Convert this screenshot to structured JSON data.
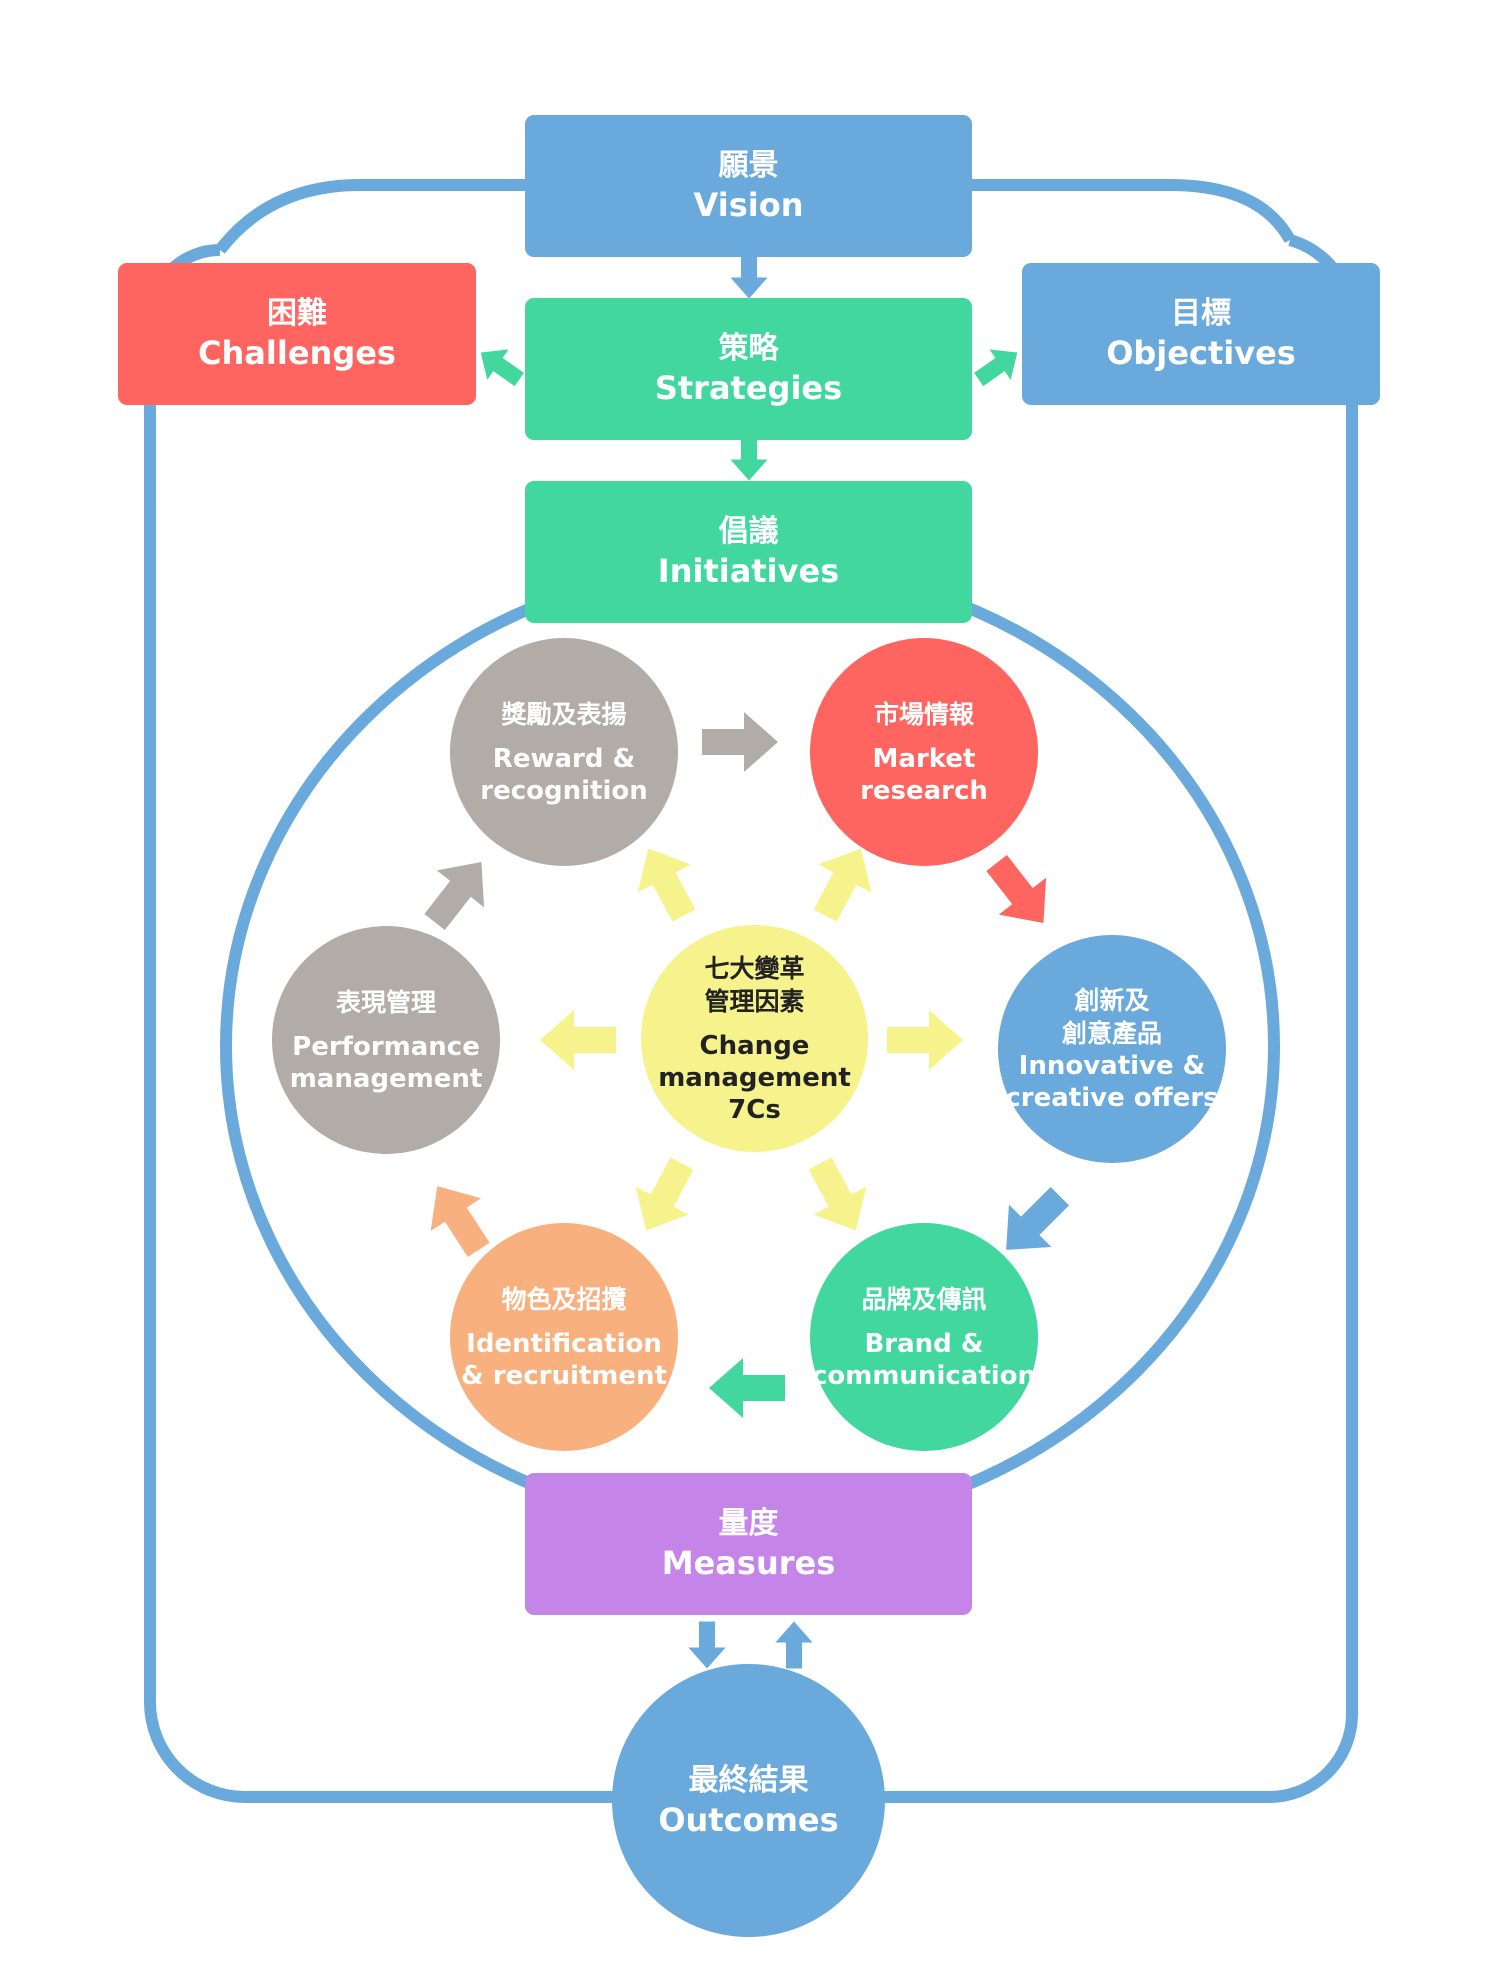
{
  "colors": {
    "blue": "#69a9dc",
    "green": "#42d79f",
    "red": "#fe6460",
    "purple": "#c484e8",
    "gray": "#b2aca9",
    "orange": "#f7b07e",
    "yellow": "#f6f38c"
  },
  "boxes": {
    "vision": {
      "zh": "願景",
      "en": "Vision"
    },
    "strategies": {
      "zh": "策略",
      "en": "Strategies"
    },
    "challenges": {
      "zh": "困難",
      "en": "Challenges"
    },
    "objectives": {
      "zh": "目標",
      "en": "Objectives"
    },
    "initiatives": {
      "zh": "倡議",
      "en": "Initiatives"
    },
    "measures": {
      "zh": "量度",
      "en": "Measures"
    },
    "outcomes": {
      "zh": "最終結果",
      "en": "Outcomes"
    }
  },
  "cycle": {
    "center": {
      "zh": [
        "七大變革",
        "管理因素"
      ],
      "en": [
        "Change",
        "management",
        "7Cs"
      ]
    },
    "reward": {
      "zh": [
        "獎勵及表揚"
      ],
      "en": [
        "Reward &",
        "recognition"
      ]
    },
    "market": {
      "zh": [
        "市場情報"
      ],
      "en": [
        "Market",
        "research"
      ]
    },
    "innovative": {
      "zh": [
        "創新及",
        "創意產品"
      ],
      "en": [
        "Innovative &",
        "creative offers"
      ]
    },
    "brand": {
      "zh": [
        "品牌及傳訊"
      ],
      "en": [
        "Brand &",
        "communication"
      ]
    },
    "identification": {
      "zh": [
        "物色及招攬"
      ],
      "en": [
        "Identification",
        "& recruitment"
      ]
    },
    "performance": {
      "zh": [
        "表現管理"
      ],
      "en": [
        "Performance",
        "management"
      ]
    }
  },
  "icons": {
    "flow_arrow": "block-arrow-icon"
  }
}
